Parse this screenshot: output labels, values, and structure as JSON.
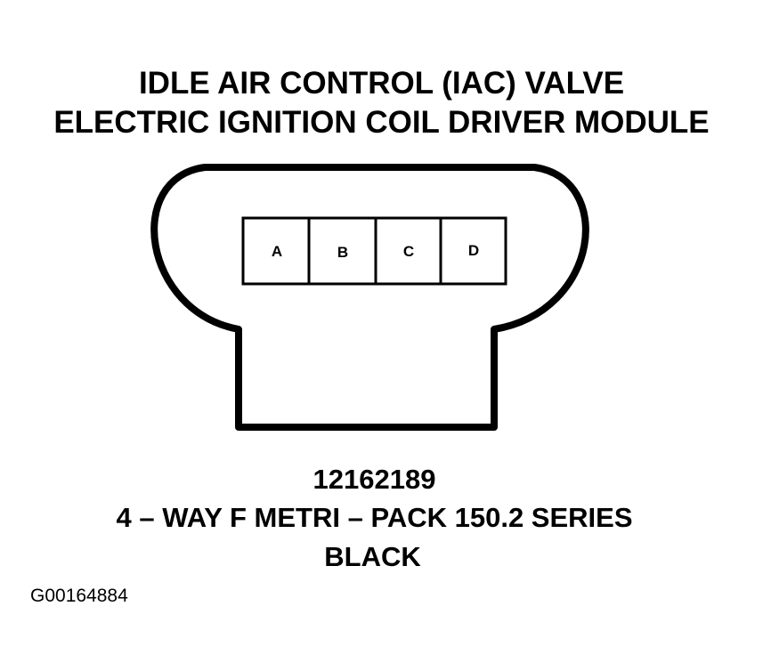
{
  "diagram": {
    "title_lines": [
      "IDLE AIR CONTROL (IAC) VALVE",
      "ELECTRIC IGNITION COIL DRIVER MODULE"
    ],
    "connector": {
      "pins": [
        "A",
        "B",
        "C",
        "D"
      ],
      "stroke_color": "#000000"
    },
    "part_number": "12162189",
    "description": "4 – WAY F METRI – PACK 150.2 SERIES",
    "color": "BLACK",
    "figure_id": "G00164884"
  }
}
